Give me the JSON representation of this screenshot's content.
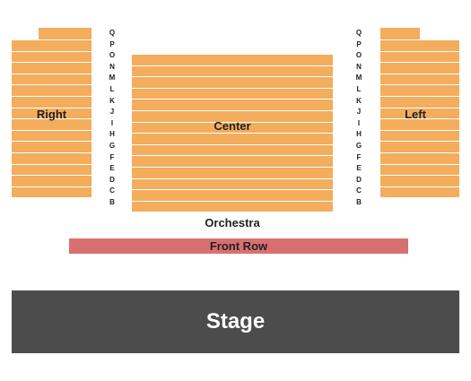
{
  "venue_map": {
    "sections": {
      "right": {
        "label": "Right",
        "color": "#f3ad5d"
      },
      "center": {
        "label": "Center",
        "color": "#f3ad5d"
      },
      "left": {
        "label": "Left",
        "color": "#f3ad5d"
      }
    },
    "row_letters": [
      "Q",
      "P",
      "O",
      "N",
      "M",
      "L",
      "K",
      "J",
      "I",
      "H",
      "G",
      "F",
      "E",
      "D",
      "C",
      "B"
    ],
    "orchestra_label": "Orchestra",
    "front_row": {
      "label": "Front Row",
      "color": "#d97070"
    },
    "stage": {
      "label": "Stage",
      "color": "#4c4c4c"
    }
  }
}
